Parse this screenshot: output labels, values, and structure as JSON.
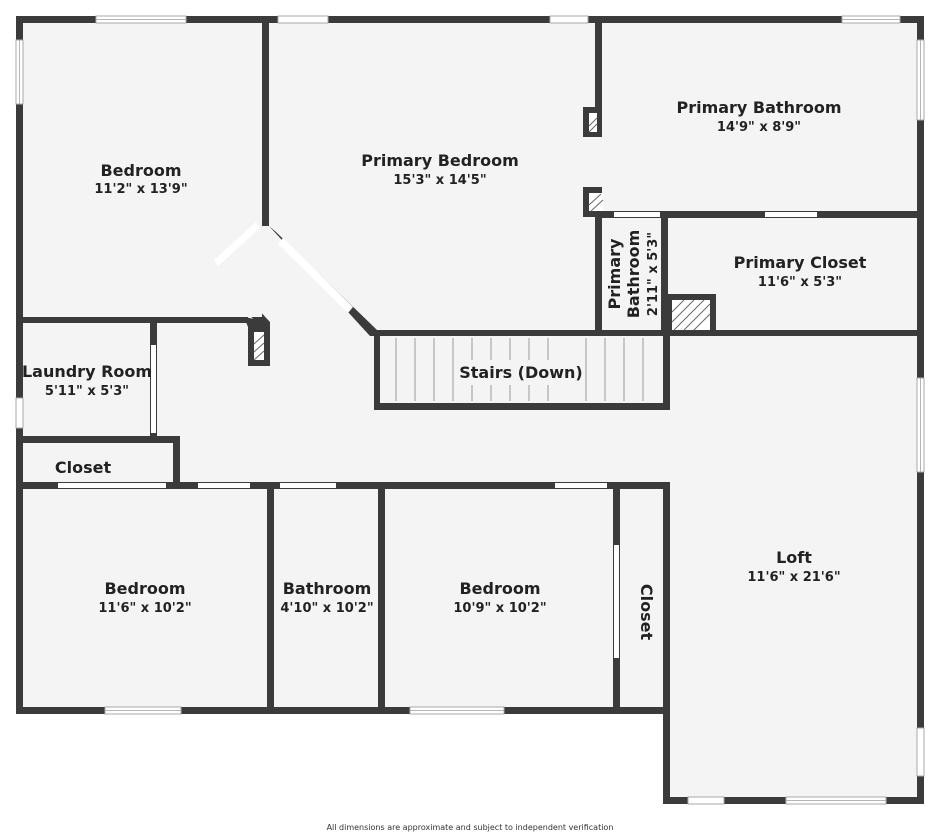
{
  "rooms": {
    "bedroom_nw": {
      "name": "Bedroom",
      "dims": "11'2\" x 13'9\""
    },
    "primary_bedroom": {
      "name": "Primary Bedroom",
      "dims": "15'3\" x 14'5\""
    },
    "primary_bathroom": {
      "name": "Primary Bathroom",
      "dims": "14'9\" x 8'9\""
    },
    "primary_bathroom_small": {
      "name_line1": "Primary",
      "name_line2": "Bathroom",
      "dims": "2'11\" x 5'3\""
    },
    "primary_closet": {
      "name": "Primary Closet",
      "dims": "11'6\" x 5'3\""
    },
    "laundry_room": {
      "name": "Laundry Room",
      "dims": "5'11\" x 5'3\""
    },
    "stairs": {
      "name": "Stairs (Down)"
    },
    "closet_west": {
      "name": "Closet"
    },
    "bedroom_sw": {
      "name": "Bedroom",
      "dims": "11'6\" x 10'2\""
    },
    "bathroom": {
      "name": "Bathroom",
      "dims": "4'10\" x 10'2\""
    },
    "bedroom_s": {
      "name": "Bedroom",
      "dims": "10'9\" x 10'2\""
    },
    "closet_vertical": {
      "name": "Closet"
    },
    "loft": {
      "name": "Loft",
      "dims": "11'6\" x 21'6\""
    }
  },
  "footer": {
    "disclaimer": "All dimensions are approximate and subject to independent verification"
  }
}
